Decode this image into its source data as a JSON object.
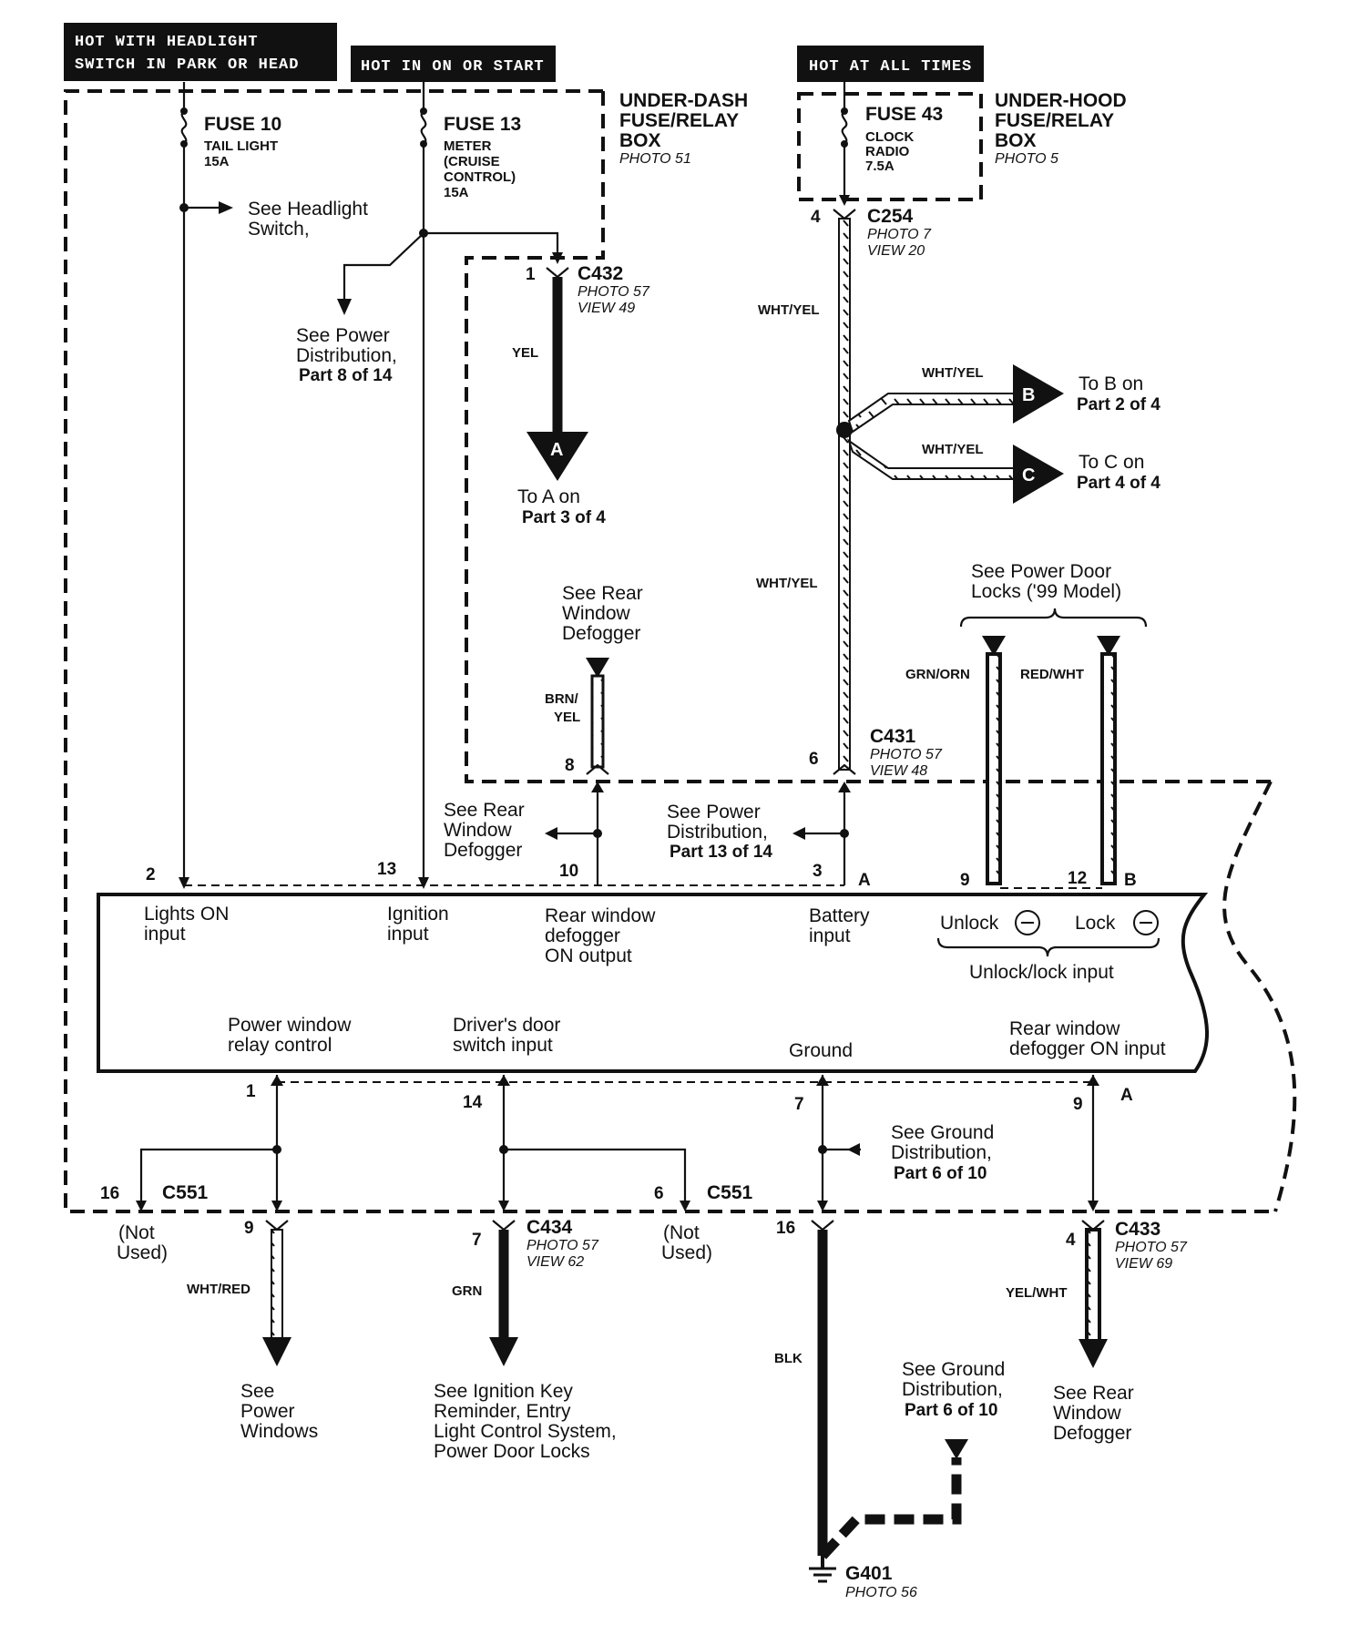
{
  "headers": {
    "hot_park_head_1": "HOT WITH HEADLIGHT",
    "hot_park_head_2": "SWITCH IN PARK OR HEAD",
    "hot_on_start": "HOT IN ON OR START",
    "hot_all_times": "HOT AT ALL TIMES"
  },
  "boxes": {
    "underdash_1": "UNDER-DASH",
    "underdash_2": "FUSE/RELAY",
    "underdash_3": "BOX",
    "underdash_photo": "PHOTO 51",
    "underhood_1": "UNDER-HOOD",
    "underhood_2": "FUSE/RELAY",
    "underhood_3": "BOX",
    "underhood_photo": "PHOTO 5"
  },
  "fuses": {
    "f10_name": "FUSE 10",
    "f10_l1": "TAIL LIGHT",
    "f10_l2": "15A",
    "f13_name": "FUSE 13",
    "f13_l1": "METER",
    "f13_l2": "(CRUISE",
    "f13_l3": "CONTROL)",
    "f13_l4": "15A",
    "f43_name": "FUSE 43",
    "f43_l1": "CLOCK",
    "f43_l2": "RADIO",
    "f43_l3": "7.5A"
  },
  "connectors": {
    "c254": "C254",
    "c254_photo": "PHOTO 7",
    "c254_view": "VIEW 20",
    "c432": "C432",
    "c432_photo": "PHOTO 57",
    "c432_view": "VIEW 49",
    "c431": "C431",
    "c431_photo": "PHOTO 57",
    "c431_view": "VIEW 48",
    "c551": "C551",
    "c434": "C434",
    "c434_photo": "PHOTO 57",
    "c434_view": "VIEW 62",
    "c433": "C433",
    "c433_photo": "PHOTO 57",
    "c433_view": "VIEW 69",
    "g401": "G401",
    "g401_photo": "PHOTO 56"
  },
  "wires": {
    "yel": "YEL",
    "wht_yel": "WHT/YEL",
    "brn_yel_1": "BRN/",
    "brn_yel_2": "YEL",
    "grn_orn": "GRN/ORN",
    "red_wht": "RED/WHT",
    "wht_red": "WHT/RED",
    "grn": "GRN",
    "blk": "BLK",
    "yel_wht": "YEL/WHT"
  },
  "markers": {
    "a": "A",
    "b": "B",
    "c": "C"
  },
  "pins": {
    "p4": "4",
    "p1": "1",
    "p8": "8",
    "p6": "6",
    "m2": "2",
    "m13": "13",
    "m10": "10",
    "m3": "3",
    "m9": "9",
    "m12": "12",
    "b1": "1",
    "b14": "14",
    "b7": "7",
    "b9": "9",
    "c16": "16",
    "c9": "9",
    "c7": "7",
    "c6": "6",
    "c16b": "16",
    "c4": "4",
    "letter_a_top": "A",
    "letter_b_top": "B",
    "letter_a_bottom": "A"
  },
  "notes": {
    "see_headlight_1": "See Headlight",
    "see_headlight_2": "Switch,",
    "see_power_dist_1": "See Power",
    "see_power_dist_2": "Distribution,",
    "see_power_dist_3": "Part 8 of 14",
    "to_a_1": "To A on",
    "to_a_2": "Part 3 of 4",
    "to_b_1": "To B on",
    "to_b_2": "Part 2 of 4",
    "to_c_1": "To C on",
    "to_c_2": "Part 4 of 4",
    "see_rear_def_top_1": "See Rear",
    "see_rear_def_top_2": "Window",
    "see_rear_def_top_3": "Defogger",
    "see_power_door_1": "See Power Door",
    "see_power_door_2": "Locks ('99 Model)",
    "see_rear_def_mid_1": "See Rear",
    "see_rear_def_mid_2": "Window",
    "see_rear_def_mid_3": "Defogger",
    "see_power_dist13_1": "See Power",
    "see_power_dist13_2": "Distribution,",
    "see_power_dist13_3": "Part 13 of 14",
    "see_ground_1_1": "See Ground",
    "see_ground_1_2": "Distribution,",
    "see_ground_1_3": "Part 6 of 10",
    "not_used_1a": "(Not",
    "not_used_1b": "Used)",
    "not_used_2a": "(Not",
    "not_used_2b": "Used)",
    "see_power_windows_1": "See",
    "see_power_windows_2": "Power",
    "see_power_windows_3": "Windows",
    "see_ign_1": "See Ignition Key",
    "see_ign_2": "Reminder, Entry",
    "see_ign_3": "Light Control System,",
    "see_ign_4": "Power Door Locks",
    "see_ground_2_1": "See Ground",
    "see_ground_2_2": "Distribution,",
    "see_ground_2_3": "Part 6 of 10",
    "see_rear_def_bot_1": "See Rear",
    "see_rear_def_bot_2": "Window",
    "see_rear_def_bot_3": "Defogger"
  },
  "module": {
    "lights_on_1": "Lights ON",
    "lights_on_2": "input",
    "ignition_1": "Ignition",
    "ignition_2": "input",
    "rear_out_1": "Rear window",
    "rear_out_2": "defogger",
    "rear_out_3": "ON output",
    "battery_1": "Battery",
    "battery_2": "input",
    "unlock": "Unlock",
    "lock": "Lock",
    "unlock_lock": "Unlock/lock input",
    "pw_relay_1": "Power window",
    "pw_relay_2": "relay control",
    "drv_door_1": "Driver's door",
    "drv_door_2": "switch input",
    "ground": "Ground",
    "rear_in_1": "Rear window",
    "rear_in_2": "defogger ON input"
  }
}
